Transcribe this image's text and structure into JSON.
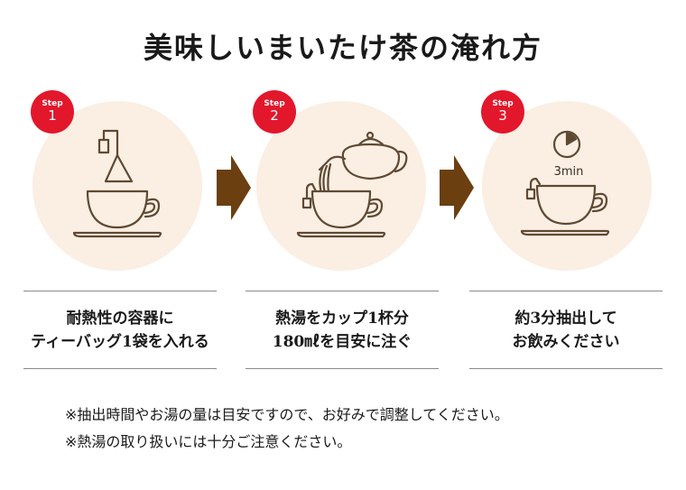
{
  "title": "美味しいまいたけ茶の淹れ方",
  "colors": {
    "accent_red": "#e3172b",
    "circle_bg": "#fbeee3",
    "brown": "#6b3f10"
  },
  "steps": [
    {
      "label": "Step",
      "number": "1",
      "line1": "耐熱性の容器に",
      "line2": "ティーバッグ1袋を入れる",
      "icon": "tea-bag-into-cup-icon"
    },
    {
      "label": "Step",
      "number": "2",
      "line1": "熱湯をカップ1杯分",
      "line2": "180㎖を目安に注ぐ",
      "icon": "teapot-pouring-icon"
    },
    {
      "label": "Step",
      "number": "3",
      "line1": "約3分抽出して",
      "line2": "お飲みください",
      "icon": "timer-cup-icon",
      "timer_text": "3min"
    }
  ],
  "notes": [
    "※抽出時間やお湯の量は目安ですので、お好みで調整してください。",
    "※熱湯の取り扱いには十分ご注意ください。"
  ]
}
